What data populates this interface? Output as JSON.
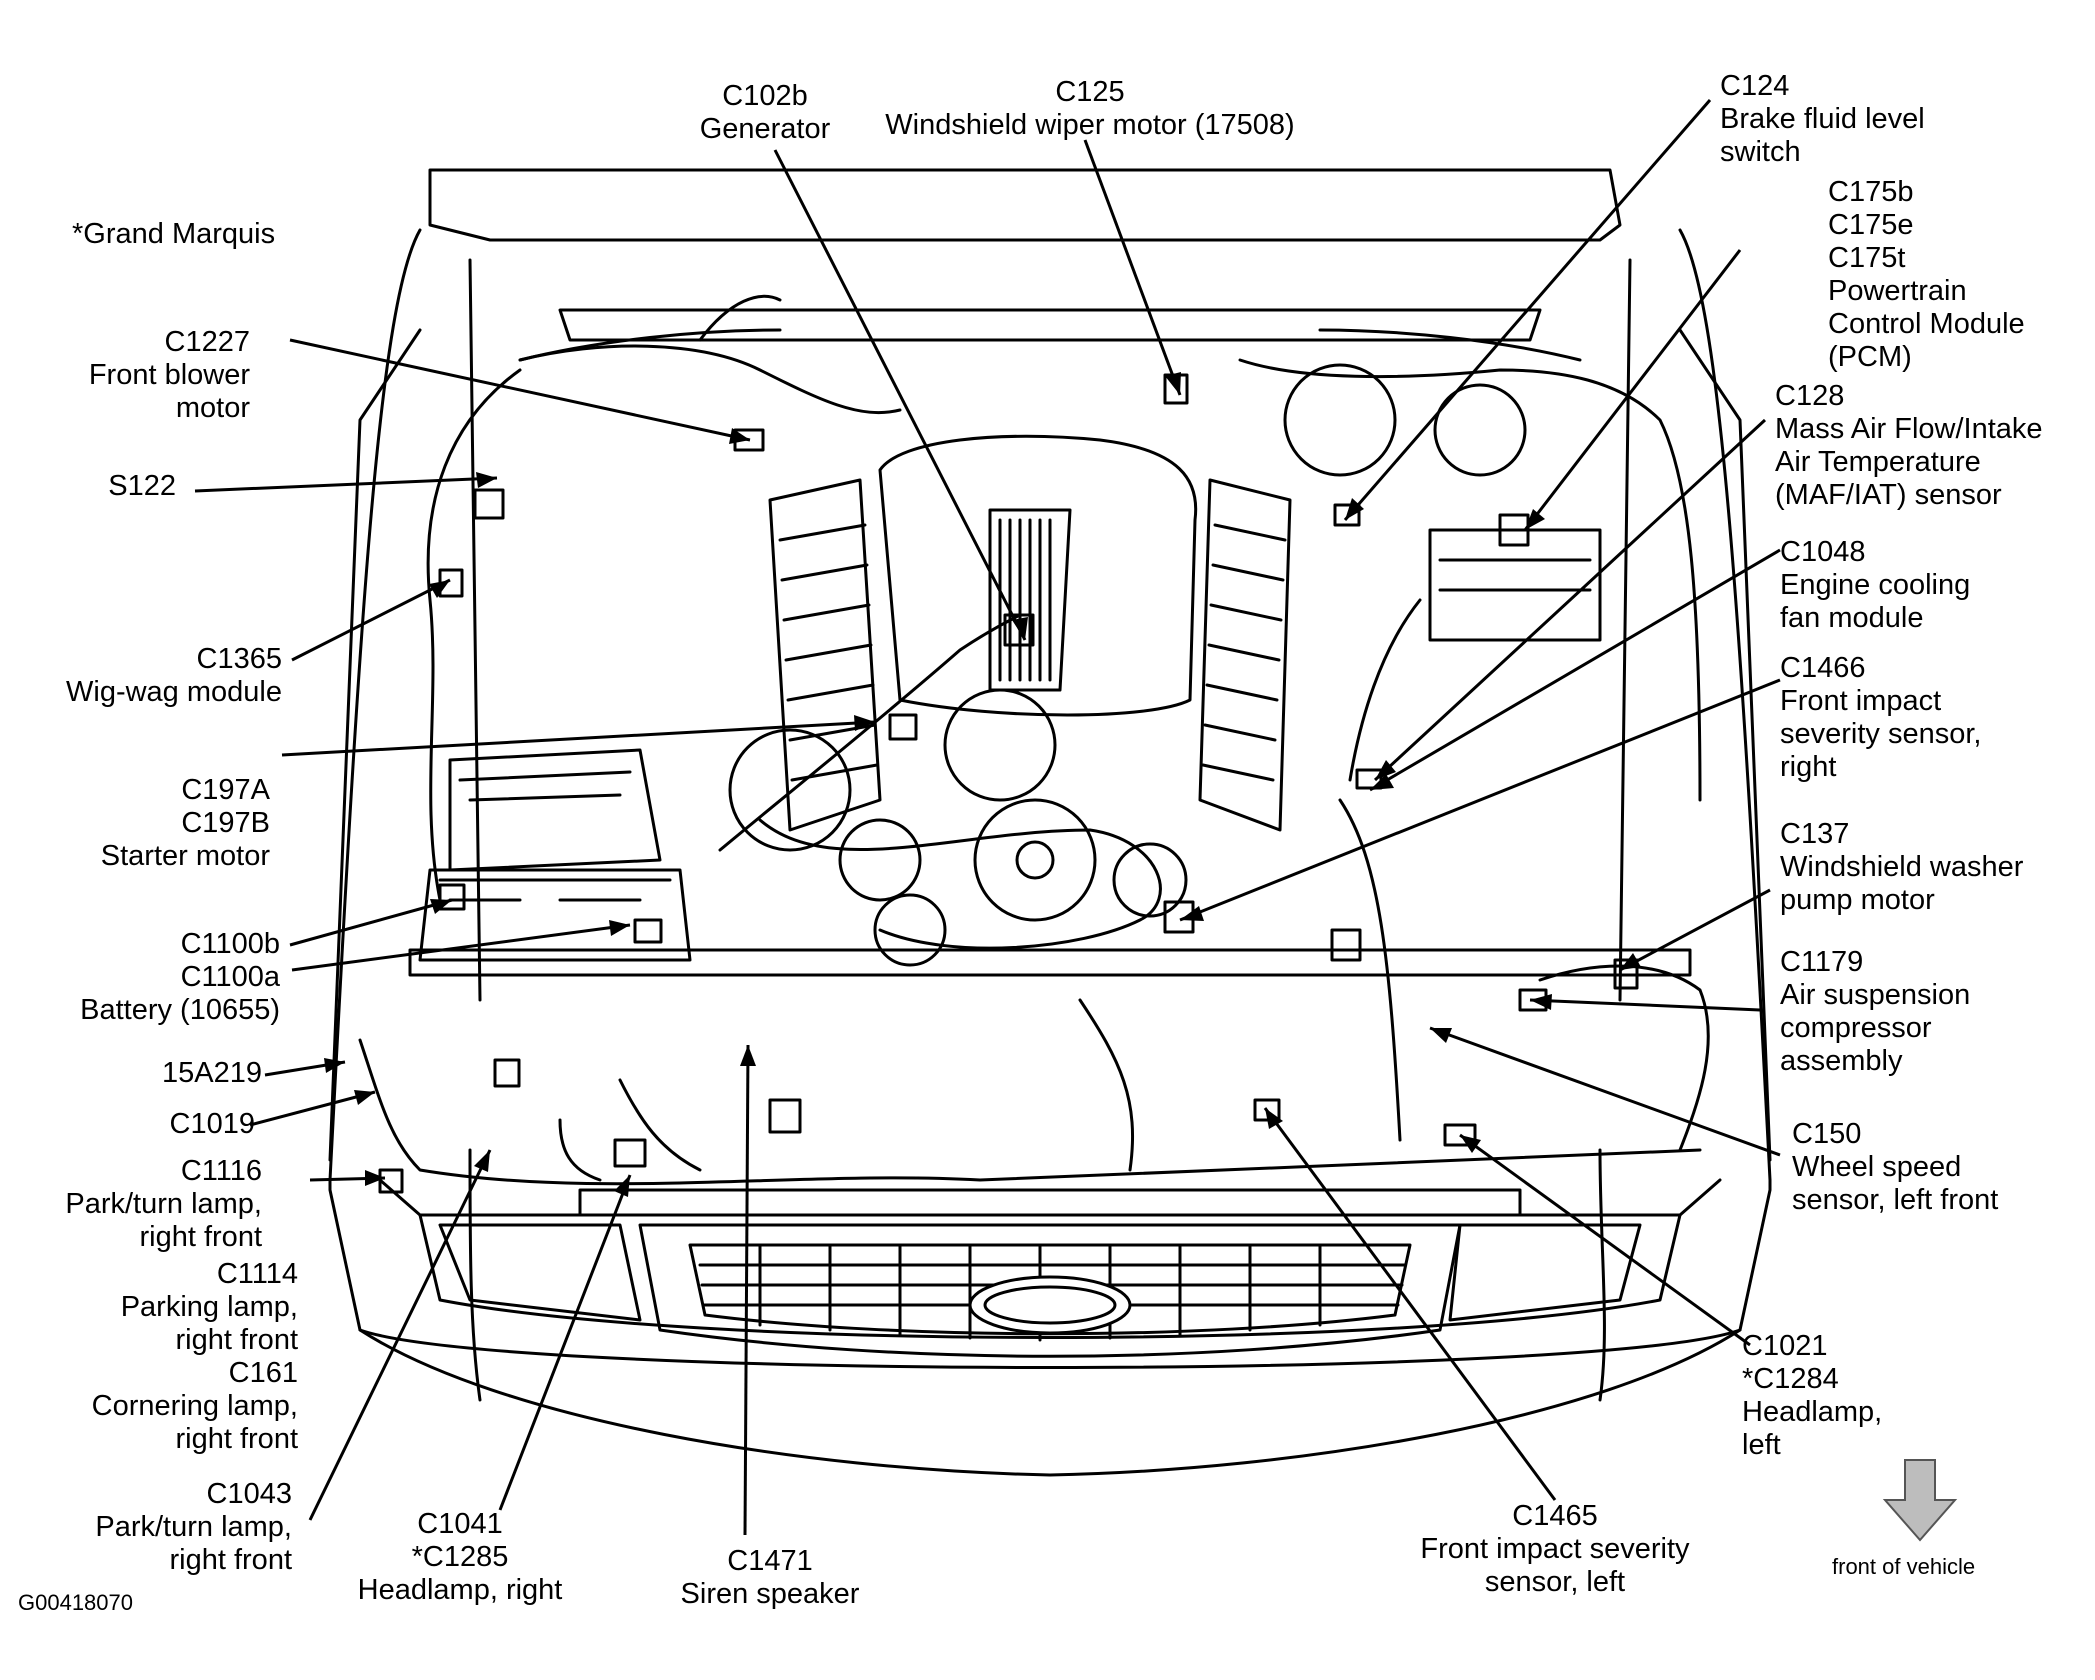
{
  "note": "*Grand Marquis",
  "figure_code": "G00418070",
  "front_label": "front of vehicle",
  "callouts": [
    {
      "lines": [
        "C102b",
        "Generator"
      ]
    },
    {
      "lines": [
        "C125",
        "Windshield wiper motor (17508)"
      ]
    },
    {
      "lines": [
        "C124",
        "Brake fluid level",
        "switch"
      ]
    },
    {
      "lines": [
        "C175b",
        "C175e",
        "C175t",
        "Powertrain",
        "Control Module",
        "(PCM)"
      ]
    },
    {
      "lines": [
        "C128",
        "Mass Air Flow/Intake",
        "Air Temperature",
        "(MAF/IAT) sensor"
      ]
    },
    {
      "lines": [
        "C1048",
        "Engine cooling",
        "fan module"
      ]
    },
    {
      "lines": [
        "C1466",
        "Front impact",
        "severity sensor,",
        "right"
      ]
    },
    {
      "lines": [
        "C137",
        "Windshield washer",
        "pump motor"
      ]
    },
    {
      "lines": [
        "C1179",
        "Air suspension",
        "compressor",
        "assembly"
      ]
    },
    {
      "lines": [
        "C150",
        "Wheel speed",
        "sensor, left front"
      ]
    },
    {
      "lines": [
        "C1021",
        "*C1284",
        "Headlamp,",
        "left"
      ]
    },
    {
      "lines": [
        "C1465",
        "Front impact severity",
        "sensor, left"
      ]
    },
    {
      "lines": [
        "C1471",
        "Siren speaker"
      ]
    },
    {
      "lines": [
        "C1041",
        "*C1285",
        "Headlamp, right"
      ]
    },
    {
      "lines": [
        "C1043",
        "Park/turn lamp,",
        "right front"
      ]
    },
    {
      "lines": [
        "C1114",
        "Parking lamp,",
        "right front",
        "C161",
        "Cornering lamp,",
        "right front"
      ]
    },
    {
      "lines": [
        "C1116",
        "Park/turn lamp,",
        "right front"
      ]
    },
    {
      "lines": [
        "C1019"
      ]
    },
    {
      "lines": [
        "15A219"
      ]
    },
    {
      "lines": [
        "C1100b",
        "C1100a",
        "Battery (10655)"
      ]
    },
    {
      "lines": [
        "C197A",
        "C197B",
        "Starter motor"
      ]
    },
    {
      "lines": [
        "C1365",
        "Wig-wag module"
      ]
    },
    {
      "lines": [
        "S122"
      ]
    },
    {
      "lines": [
        "C1227",
        "Front blower",
        "motor"
      ]
    }
  ]
}
